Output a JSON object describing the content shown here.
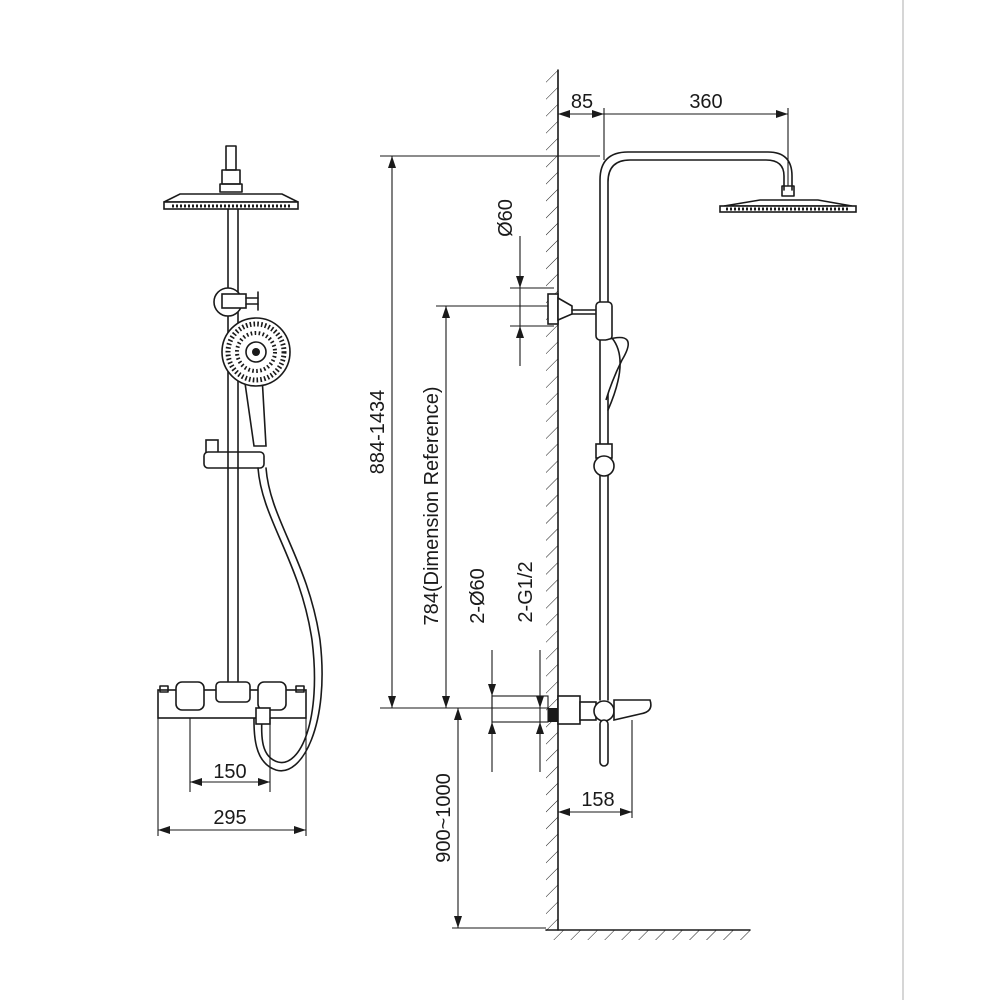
{
  "front_view": {
    "dim_inner_width": "150",
    "dim_outer_width": "295"
  },
  "side_view": {
    "dim_wall_offset": "85",
    "dim_arm_length": "360",
    "dim_flange_diameter": "Ø60",
    "dim_total_height": "884-1434",
    "dim_reference_height": "784(Dimension Reference)",
    "dim_inlet_flanges": "2-Ø60",
    "dim_inlet_threads": "2-G1/2",
    "dim_mixer_height": "900~1000",
    "dim_spout_projection": "158"
  }
}
